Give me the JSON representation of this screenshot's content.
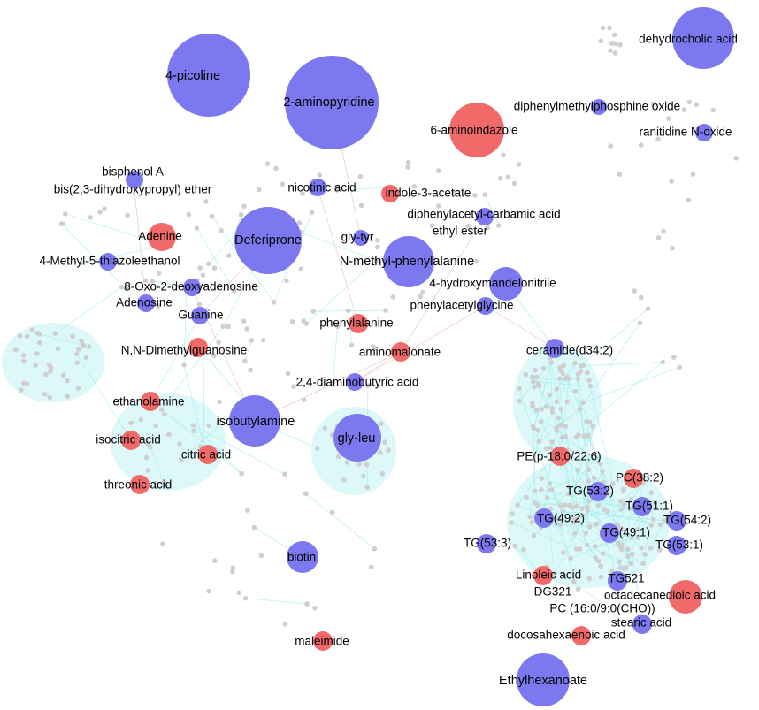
{
  "colors": {
    "blue": "#7b78f0",
    "red": "#f16a6a",
    "grey": "#cfcfcf",
    "edge_cyan": "#9fecef",
    "edge_pink": "#e8a0a0"
  },
  "nodes": [
    {
      "label": "4-picoline",
      "group": "blue"
    },
    {
      "label": "2-aminopyridine",
      "group": "blue"
    },
    {
      "label": "dehydrocholic acid",
      "group": "blue"
    },
    {
      "label": "6-aminoindazole",
      "group": "red"
    },
    {
      "label": "diphenylmethylphosphine oxide",
      "group": "blue"
    },
    {
      "label": "ranitidine N-oxide",
      "group": "blue"
    },
    {
      "label": "bisphenol A",
      "group": "blue"
    },
    {
      "label": "bis(2,3-dihydroxypropyl) ether",
      "group": "blue"
    },
    {
      "label": "nicotinic acid",
      "group": "blue"
    },
    {
      "label": "indole-3-acetate",
      "group": "red"
    },
    {
      "label": "diphenylacetyl-carbamic acid",
      "group": "blue"
    },
    {
      "label": "ethyl ester",
      "group": "blue"
    },
    {
      "label": "Adenine",
      "group": "red"
    },
    {
      "label": "Deferiprone",
      "group": "blue"
    },
    {
      "label": "gly-tyr",
      "group": "blue"
    },
    {
      "label": "4-Methyl-5-thiazoleethanol",
      "group": "blue"
    },
    {
      "label": "N-methyl-phenylalanine",
      "group": "blue"
    },
    {
      "label": "8-Oxo-2-deoxyadenosine",
      "group": "blue"
    },
    {
      "label": "4-hydroxymandelonitrile",
      "group": "blue"
    },
    {
      "label": "Adenosine",
      "group": "blue"
    },
    {
      "label": "Guanine",
      "group": "blue"
    },
    {
      "label": "phenylacetylglycine",
      "group": "blue"
    },
    {
      "label": "phenylalanine",
      "group": "red"
    },
    {
      "label": "N,N-Dimethylguanosine",
      "group": "red"
    },
    {
      "label": "aminomalonate",
      "group": "red"
    },
    {
      "label": "ceramide(d34:2)",
      "group": "blue"
    },
    {
      "label": "2,4-diaminobutyric acid",
      "group": "blue"
    },
    {
      "label": "ethanolamine",
      "group": "red"
    },
    {
      "label": "isobutylamine",
      "group": "blue"
    },
    {
      "label": "isocitric acid",
      "group": "red"
    },
    {
      "label": "gly-leu",
      "group": "blue"
    },
    {
      "label": "citric acid",
      "group": "red"
    },
    {
      "label": "PE(p-18:0/22:6)",
      "group": "red"
    },
    {
      "label": "PC(38:2)",
      "group": "red"
    },
    {
      "label": "threonic acid",
      "group": "red"
    },
    {
      "label": "TG(53:2)",
      "group": "blue"
    },
    {
      "label": "TG(51:1)",
      "group": "blue"
    },
    {
      "label": "TG(49:2)",
      "group": "blue"
    },
    {
      "label": "TG(54:2)",
      "group": "blue"
    },
    {
      "label": "TG(49:1)",
      "group": "blue"
    },
    {
      "label": "TG(53:3)",
      "group": "blue"
    },
    {
      "label": "TG(53:1)",
      "group": "blue"
    },
    {
      "label": "biotin",
      "group": "blue"
    },
    {
      "label": "Linoleic acid",
      "group": "red"
    },
    {
      "label": "TG521",
      "group": "blue"
    },
    {
      "label": "DG321",
      "group": "blue"
    },
    {
      "label": "octadecanedioic acid",
      "group": "red"
    },
    {
      "label": "PC (16:0/9:0(CHO))",
      "group": "blue"
    },
    {
      "label": "stearic acid",
      "group": "blue"
    },
    {
      "label": "docosahexaenoic acid",
      "group": "red"
    },
    {
      "label": "maleimide",
      "group": "red"
    },
    {
      "label": "Ethylhexanoate",
      "group": "blue"
    }
  ]
}
